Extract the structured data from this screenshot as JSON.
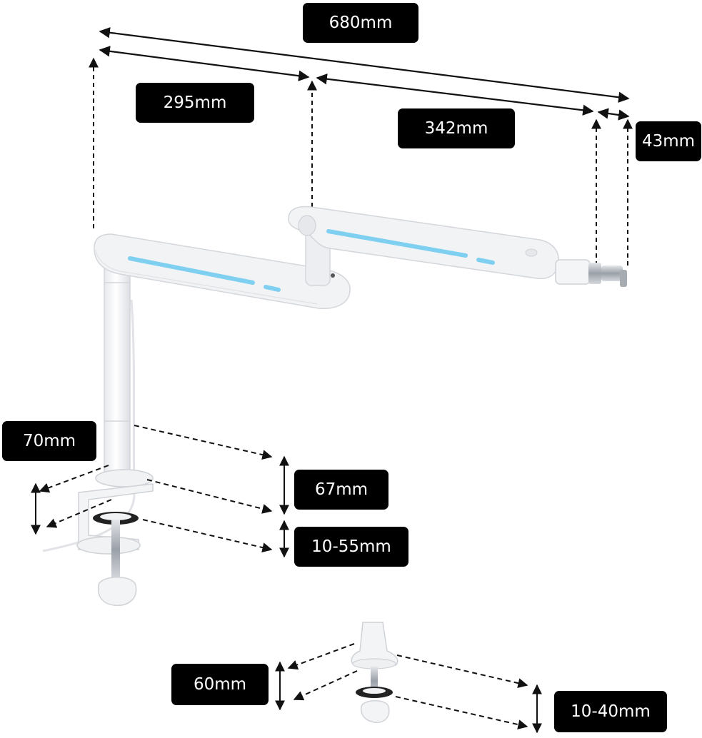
{
  "dimensions": {
    "total_length": "680mm",
    "first_arm": "295mm",
    "second_arm": "342mm",
    "mount_offset": "43mm",
    "base_width": "70mm",
    "clamp_height": "67mm",
    "clamp_range": "10-55mm",
    "grommet_height": "60mm",
    "grommet_range": "10-40mm"
  },
  "colors": {
    "label_bg": "#000000",
    "label_text": "#ffffff",
    "arm_body": "#f2f3f5",
    "arm_outline": "#d3d6db",
    "led_strip": "#7fd0f0",
    "mount_metal": "#b8bcc2"
  }
}
